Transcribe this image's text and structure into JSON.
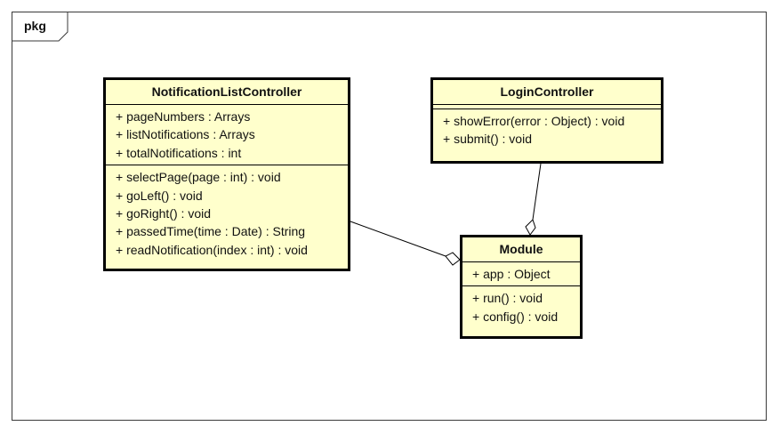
{
  "package": {
    "label": "pkg"
  },
  "classes": {
    "notification_list_controller": {
      "name": "NotificationListController",
      "attributes": [
        "+ pageNumbers : Arrays",
        "+ listNotifications : Arrays",
        "+ totalNotifications : int"
      ],
      "operations": [
        "+ selectPage(page : int) : void",
        "+ goLeft() : void",
        "+ goRight() : void",
        "+ passedTime(time : Date) : String",
        "+ readNotification(index : int) : void"
      ]
    },
    "login_controller": {
      "name": "LoginController",
      "attributes": [],
      "operations": [
        "+ showError(error : Object) : void",
        "+ submit() : void"
      ]
    },
    "module": {
      "name": "Module",
      "attributes": [
        "+ app : Object"
      ],
      "operations": [
        "+ run() : void",
        "+ config() : void"
      ]
    }
  },
  "colors": {
    "class_fill": "#ffffcc",
    "border": "#000000"
  }
}
